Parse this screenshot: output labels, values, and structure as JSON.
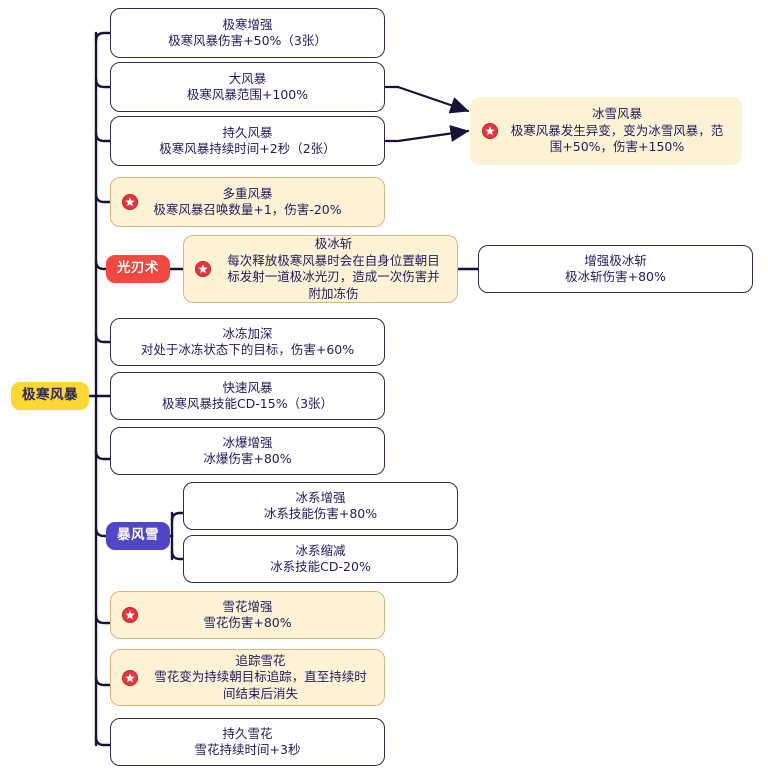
{
  "diagram": {
    "kind": "skill-tree-mindmap",
    "colors": {
      "root_fill": "#fcd732",
      "branch_red": "#f4473f",
      "branch_purple": "#5146c8",
      "card_border": "#2b2a55",
      "special_fill": "#fdf2d4",
      "special_border": "#d9b878",
      "text": "#1f1b5e",
      "badge": "#e8343c",
      "edge": "#141436"
    },
    "root": {
      "label": "极寒风暴"
    },
    "branches": [
      {
        "id": "light-blade",
        "label": "光刃术",
        "color": "red"
      },
      {
        "id": "blizzard",
        "label": "暴风雪",
        "color": "purple"
      }
    ],
    "nodes": [
      {
        "id": "n1",
        "title": "极寒增强",
        "desc": "极寒风暴伤害+50%（3张）",
        "special": false,
        "badge": false
      },
      {
        "id": "n2",
        "title": "大风暴",
        "desc": "极寒风暴范围+100%",
        "special": false,
        "badge": false
      },
      {
        "id": "n3",
        "title": "持久风暴",
        "desc": "极寒风暴持续时间+2秒（2张）",
        "special": false,
        "badge": false
      },
      {
        "id": "n4",
        "title": "多重风暴",
        "desc": "极寒风暴召唤数量+1，伤害-20%",
        "special": true,
        "badge": true
      },
      {
        "id": "n5",
        "title": "冰雪风暴",
        "desc": "极寒风暴发生异变，变为冰雪风暴，范围+50%，伤害+150%",
        "special": true,
        "badge": true,
        "borderless": true
      },
      {
        "id": "n6",
        "title": "极冰斩",
        "desc": "每次释放极寒风暴时会在自身位置朝目标发射一道极冰光刃，造成一次伤害并附加冻伤",
        "special": true,
        "badge": true
      },
      {
        "id": "n7",
        "title": "增强极冰斩",
        "desc": "极冰斩伤害+80%",
        "special": false,
        "badge": false
      },
      {
        "id": "n8",
        "title": "冰冻加深",
        "desc": "对处于冰冻状态下的目标，伤害+60%",
        "special": false,
        "badge": false
      },
      {
        "id": "n9",
        "title": "快速风暴",
        "desc": "极寒风暴技能CD-15%（3张）",
        "special": false,
        "badge": false
      },
      {
        "id": "n10",
        "title": "冰爆增强",
        "desc": "冰爆伤害+80%",
        "special": false,
        "badge": false
      },
      {
        "id": "n11",
        "title": "冰系增强",
        "desc": "冰系技能伤害+80%",
        "special": false,
        "badge": false
      },
      {
        "id": "n12",
        "title": "冰系缩减",
        "desc": "冰系技能CD-20%",
        "special": false,
        "badge": false
      },
      {
        "id": "n13",
        "title": "雪花增强",
        "desc": "雪花伤害+80%",
        "special": true,
        "badge": true
      },
      {
        "id": "n14",
        "title": "追踪雪花",
        "desc": "雪花变为持续朝目标追踪，直至持续时间结束后消失",
        "special": true,
        "badge": true
      },
      {
        "id": "n15",
        "title": "持久雪花",
        "desc": "雪花持续时间+3秒",
        "special": false,
        "badge": false
      }
    ]
  }
}
